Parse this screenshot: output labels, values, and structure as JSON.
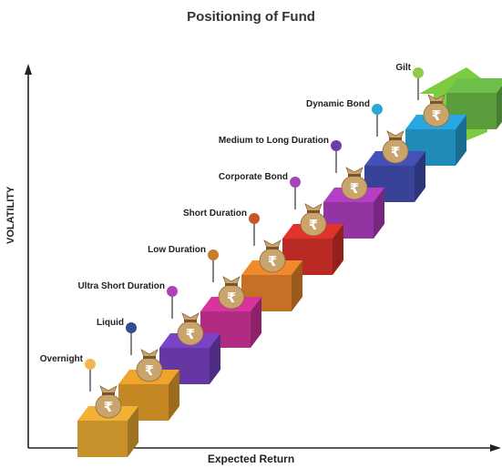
{
  "title": "Positioning of Fund",
  "x_axis_label": "Expected Return",
  "y_axis_label": "VOLATILITY",
  "currency_symbol": "₹",
  "steps": [
    {
      "label": "Overnight",
      "color": "#f2b135"
    },
    {
      "label": "Liquid",
      "color": "#f0a42c"
    },
    {
      "label": "Ultra Short Duration",
      "color": "#7a43c6"
    },
    {
      "label": "Low Duration",
      "color": "#d8349e"
    },
    {
      "label": "Short Duration",
      "color": "#f08a2d"
    },
    {
      "label": "Corporate Bond",
      "color": "#e0332b"
    },
    {
      "label": "Medium to Long Duration",
      "color": "#b53ec6"
    },
    {
      "label": "Dynamic Bond",
      "color": "#4452b8"
    },
    {
      "label": "Gilt",
      "color": "#27a8e0"
    }
  ],
  "pin_colors": [
    "#f2b84b",
    "#2f4d8f",
    "#b13fb5",
    "#c87c2e",
    "#c8542b",
    "#a546b8",
    "#6a3ea8",
    "#2da7d6",
    "#93c845"
  ],
  "top_step_color": "#6cc04a",
  "arrow_color": "#7ccc3f"
}
